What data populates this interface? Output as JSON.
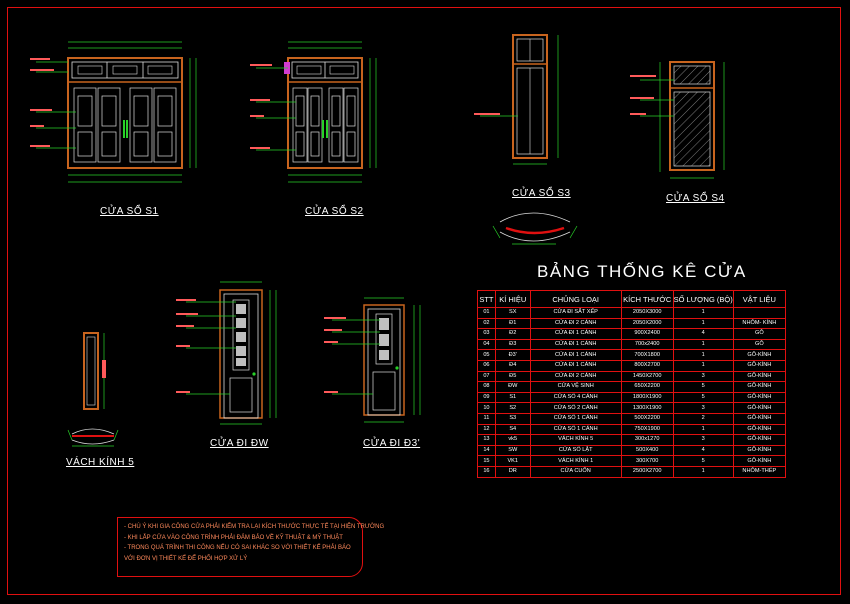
{
  "drawing_labels": {
    "s1": "CỬA SỔ S1",
    "s2": "CỬA SỔ S2",
    "s3": "CỬA SỔ S3",
    "s4": "CỬA SỔ S4",
    "dw": "CỬA ĐI ĐW",
    "d3": "CỬA ĐI Đ3'",
    "vk5": "VÁCH KÍNH 5"
  },
  "table": {
    "title": "BẢNG THỐNG KÊ CỬA",
    "headers": [
      "STT",
      "KÍ HIỆU",
      "CHỦNG LOẠI",
      "KÍCH THƯỚC",
      "SỐ LƯỢNG (BỘ)",
      "VẬT LIỆU"
    ],
    "rows": [
      [
        "01",
        "SX",
        "CỬA ĐI SẮT XẾP",
        "2050X3000",
        "1",
        ""
      ],
      [
        "02",
        "Đ1",
        "CỬA ĐI 2 CÁNH",
        "2050X2000",
        "1",
        "NHÔM- KÍNH"
      ],
      [
        "03",
        "Đ2",
        "CỬA ĐI 1 CÁNH",
        "900X2400",
        "4",
        "GỖ"
      ],
      [
        "04",
        "Đ3",
        "CỬA ĐI 1 CÁNH",
        "700x2400",
        "1",
        "GỖ"
      ],
      [
        "05",
        "Đ3'",
        "CỬA ĐI 1 CÁNH",
        "700X1800",
        "1",
        "GỖ-KÍNH"
      ],
      [
        "06",
        "Đ4",
        "CỬA ĐI 1 CÁNH",
        "800X2700",
        "1",
        "GỖ-KÍNH"
      ],
      [
        "07",
        "Đ5",
        "CỬA ĐI 2 CÁNH",
        "1450X2700",
        "3",
        "GỖ-KÍNH"
      ],
      [
        "08",
        "ĐW",
        "CỬA VỆ SINH",
        "650X2200",
        "5",
        "GỖ-KÍNH"
      ],
      [
        "09",
        "S1",
        "CỬA SỔ 4 CÁNH",
        "1800X1900",
        "5",
        "GỖ-KÍNH"
      ],
      [
        "10",
        "S2",
        "CỬA SỔ 2 CÁNH",
        "1300X1900",
        "3",
        "GỖ-KÍNH"
      ],
      [
        "11",
        "S3",
        "CỬA SỔ 1 CÁNH",
        "500X2200",
        "2",
        "GỖ-KÍNH"
      ],
      [
        "12",
        "S4",
        "CỬA SỔ 1 CÁNH",
        "750X1900",
        "1",
        "GỖ-KÍNH"
      ],
      [
        "13",
        "vk5",
        "VÁCH KÍNH 5",
        "300x1270",
        "3",
        "GỖ-KÍNH"
      ],
      [
        "14",
        "SW",
        "CỬA SỔ LẬT",
        "500X400",
        "4",
        "GỖ-KÍNH"
      ],
      [
        "15",
        "VK1",
        "VÁCH KÍNH 1",
        "300X700",
        "5",
        "GỖ-KÍNH"
      ],
      [
        "16",
        "DR",
        "CỬA CUỐN",
        "2500X2700",
        "1",
        "NHÔM-THÉP"
      ]
    ]
  },
  "notes": [
    "- CHÚ Ý KHI GIA CÔNG CỬA PHẢI KIỂM TRA LẠI KÍCH THƯỚC THỰC TẾ TẠI HIỆN TRƯỜNG",
    "- KHI LẮP CỬA VÀO CÔNG TRÌNH PHẢI ĐẢM BẢO VỀ KỸ THUẬT & MỸ THUẬT",
    "- TRONG QUÁ TRÌNH THI CÔNG NẾU CÓ SAI KHÁC SO VỚI THIẾT KẾ PHẢI BÁO",
    "  VỚI ĐƠN VỊ THIẾT KẾ ĐỂ PHỐI HỢP XỬ LÝ"
  ],
  "colors": {
    "frame": "#e01010",
    "wood": "#c8641e",
    "glass": "#cfcfcf",
    "dimension": "#28d228",
    "annotation": "#ff5a5a",
    "note_text": "#ff8a5c",
    "background": "#000000"
  }
}
